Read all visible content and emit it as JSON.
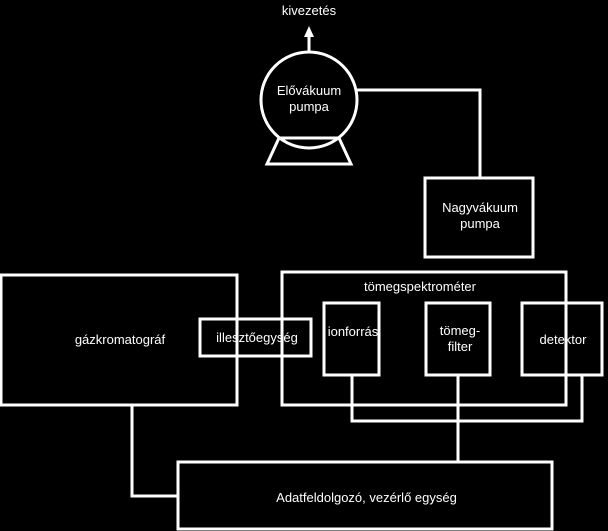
{
  "diagram": {
    "labels": {
      "outlet": "kivezetés",
      "fore_pump_line1": "Elővákuum",
      "fore_pump_line2": "pumpa",
      "high_pump_line1": "Nagyvákuum",
      "high_pump_line2": "pumpa",
      "mass_spectrometer": "tömegspektrométer",
      "gas_chromatograph": "gázkromatográf",
      "interface": "illesztőegység",
      "ion_source": "ionforrás",
      "mass_filter_line1": "tömeg-",
      "mass_filter_line2": "filter",
      "detector": "detektor",
      "control_unit": "Adatfeldolgozó, vezérlő egység"
    },
    "colors": {
      "background": "#000000",
      "foreground": "#ffffff"
    }
  }
}
